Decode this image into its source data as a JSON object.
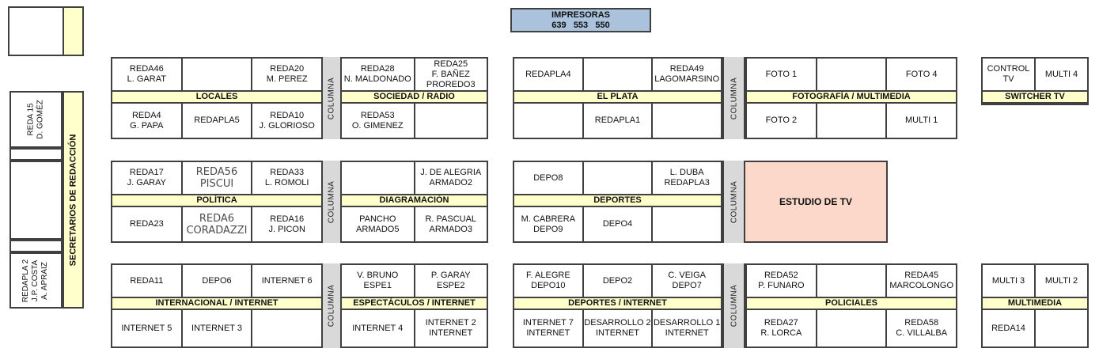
{
  "colors": {
    "band_yellow": "#ffffcc",
    "pillar_gray": "#d9d9d9",
    "printer_blue": "#aac2dc",
    "studio_pink": "#fbd8ca",
    "border": "#404040"
  },
  "printer": {
    "line1": "IMPRESORAS",
    "line2": "639   553   550"
  },
  "column_label": "COLUMNA",
  "studio": {
    "label": "ESTUDIO DE TV"
  },
  "left_sidebar": {
    "top_desk": "REDA 15\nD. GOMÉZ",
    "bottom_desk": "REDAPLA 2\nJ.P. COSTA\nA. APRAIZ",
    "secretaries_label": "SECRETARIOS DE REDACCIÓN"
  },
  "blocks": {
    "locales": {
      "section": "LOCALES",
      "top": [
        "REDA46\nL. GARAT",
        "",
        "REDA20\nM. PEREZ"
      ],
      "bottom": [
        "REDA4\nG. PAPA",
        "REDAPLA5",
        "REDA10\nJ. GLORIOSO"
      ]
    },
    "sociedad": {
      "section": "SOCIEDAD / RADIO",
      "top": [
        "REDA28\nN. MALDONADO",
        "REDA25\nF. BAÑEZ\nPROREDO3"
      ],
      "bottom": [
        "REDA53\nO. GIMENEZ",
        ""
      ]
    },
    "elplata": {
      "section": "EL PLATA",
      "top": [
        "REDAPLA4",
        "",
        "REDA49\nLAGOMARSINO"
      ],
      "bottom": [
        "",
        "REDAPLA1",
        ""
      ]
    },
    "fotografia": {
      "section": "FOTOGRAFÍA / MULTIMEDIA",
      "top": [
        "FOTO 1",
        "",
        "FOTO 4"
      ],
      "bottom": [
        "FOTO 2",
        "",
        "MULTI 1"
      ]
    },
    "switcher": {
      "section": "SWITCHER TV",
      "top": [
        "CONTROL TV",
        "MULTI 4"
      ],
      "bottom": null
    },
    "politica": {
      "section": "POLÍTICA",
      "top": [
        "REDA17\nJ. GARAY",
        {
          "text": "REDA56\nPISCUI",
          "alt": true
        },
        "REDA33\nL. ROMOLI"
      ],
      "bottom": [
        "REDA23",
        {
          "text": "REDA6\nCORADAZZI",
          "alt": true
        },
        "REDA16\nJ. PICON"
      ]
    },
    "diagramacion": {
      "section": "DIAGRAMACIÓN",
      "top": [
        "",
        "J. DE ALEGRIA\nARMADO2"
      ],
      "bottom": [
        "PANCHO\nARMADO5",
        "R. PASCUAL\nARMADO3"
      ]
    },
    "deportes": {
      "section": "DEPORTES",
      "top": [
        "DEPO8",
        "",
        "L. DUBA\nREDAPLA3"
      ],
      "bottom": [
        "M. CABRERA\nDEPO9",
        "DEPO4",
        ""
      ]
    },
    "internacional": {
      "section": "INTERNACIONAL / INTERNET",
      "top": [
        "REDA11",
        "DEPO6",
        "INTERNET 6"
      ],
      "bottom": [
        "INTERNET 5",
        "INTERNET 3",
        ""
      ]
    },
    "espectaculos": {
      "section": "ESPECTÁCULOS / INTERNET",
      "top": [
        "V. BRUNO\nESPE1",
        "P. GARAY\nESPE2"
      ],
      "bottom": [
        "INTERNET 4",
        "INTERNET 2\nINTERNET"
      ]
    },
    "deportes_internet": {
      "section": "DEPORTES / INTERNET",
      "top": [
        "F. ALEGRE\nDEPO10",
        "DEPO2",
        "C. VEIGA\nDEPO7"
      ],
      "bottom": [
        "INTERNET 7\nINTERNET",
        "DESARROLLO 2\nINTERNET",
        "DESARROLLO 1\nINTERNET"
      ]
    },
    "policiales": {
      "section": "POLICIALES",
      "top": [
        "REDA52\nP. FUNARO",
        "",
        "REDA45\nMARCOLONGO"
      ],
      "bottom": [
        "REDA27\nR. LORCA",
        "",
        "REDA58\nC. VILLALBA"
      ]
    },
    "multimedia": {
      "section": "MULTIMEDIA",
      "top": [
        "MULTI 3",
        "MULTI 2"
      ],
      "bottom": [
        "REDA14",
        ""
      ]
    }
  }
}
